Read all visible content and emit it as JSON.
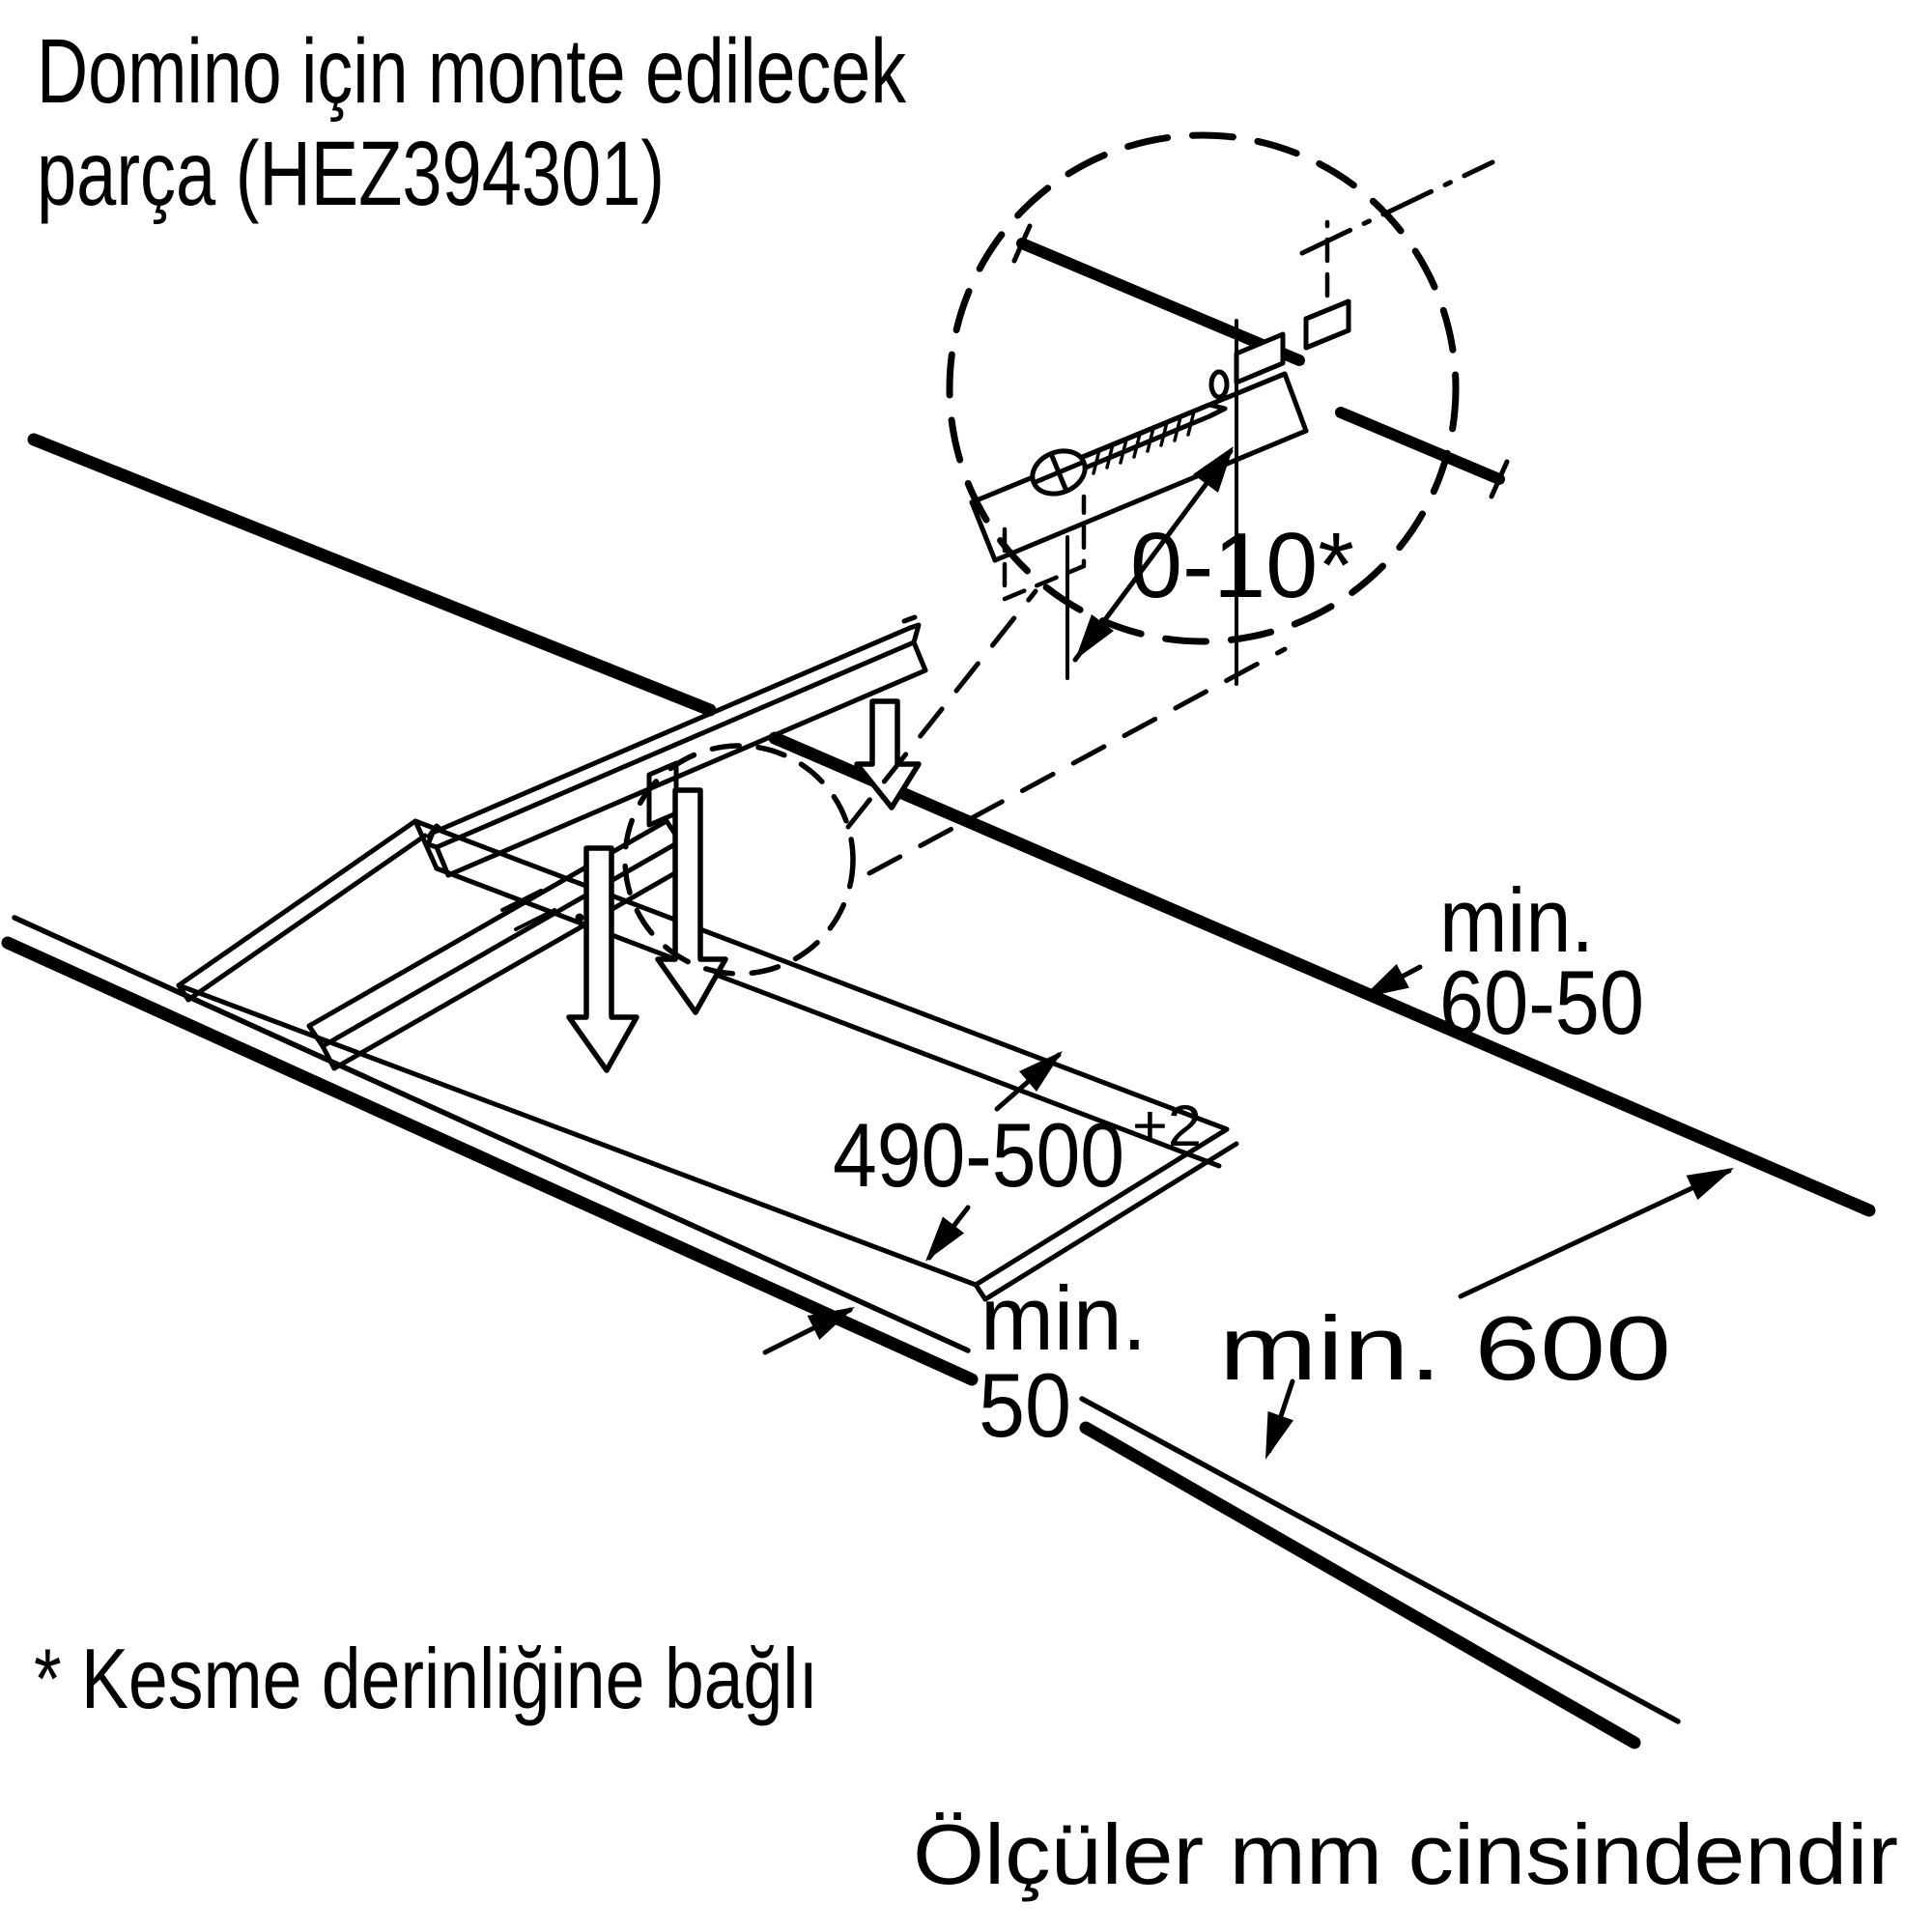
{
  "title": {
    "line1": "Domino için monte edilecek",
    "line2": "parça (HEZ394301)"
  },
  "detail": {
    "dimension": "0-10*"
  },
  "dimensions": {
    "rear_overhang": {
      "line1": "min.",
      "line2": "60-50"
    },
    "cutout_width": {
      "main": "490-500",
      "superscript": "+2"
    },
    "front_web": {
      "line1": "min.",
      "line2": "50"
    },
    "worktop_depth": "min. 600"
  },
  "footnotes": {
    "cutting_depth_note": "* Kesme derinliğine bağlı",
    "units_note": "Ölçüler mm cinsindendir"
  },
  "colors": {
    "ink": "#000000",
    "background": "#ffffff"
  }
}
